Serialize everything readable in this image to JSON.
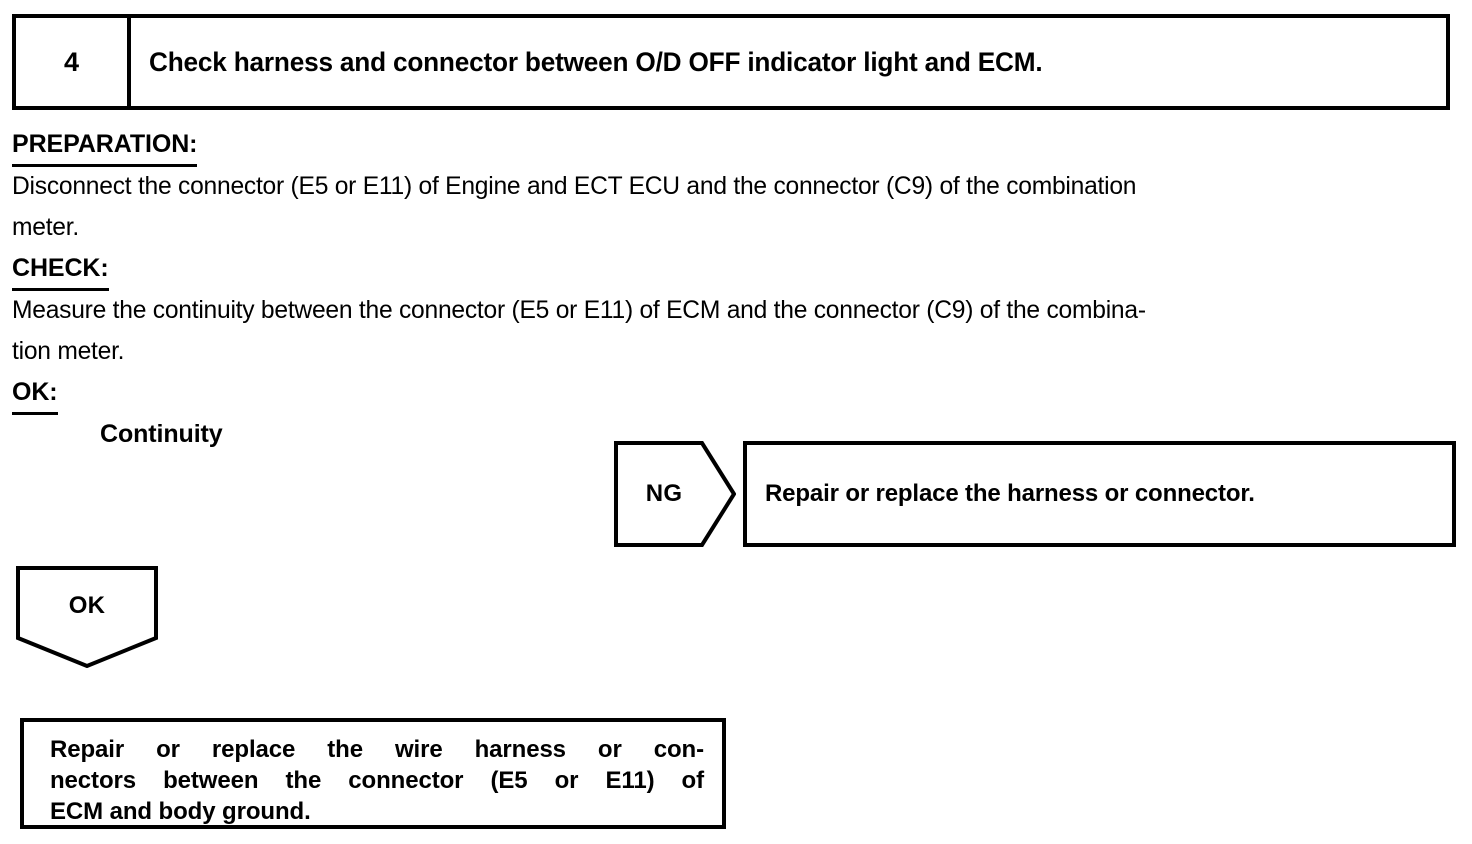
{
  "step": {
    "number": "4",
    "title": "Check harness and connector between O/D OFF indicator light and ECM."
  },
  "sections": {
    "preparation": {
      "heading": "PREPARATION:",
      "lines": [
        "Disconnect the connector (E5 or E11) of Engine and ECT ECU and the connector (C9) of the combination",
        "meter."
      ]
    },
    "check": {
      "heading": "CHECK:",
      "lines": [
        "Measure the continuity between the connector (E5 or E11) of ECM and the connector (C9) of the combina-",
        "tion meter."
      ]
    },
    "ok": {
      "heading": "OK:",
      "value": "Continuity"
    }
  },
  "flow": {
    "ng_branch": {
      "label": "NG",
      "result": "Repair or replace the harness or connector."
    },
    "ok_branch": {
      "label": "OK",
      "result_lines": [
        "Repair or replace the wire harness or con-",
        "nectors between the connector (E5 or E11) of",
        "ECM and body ground."
      ]
    }
  },
  "colors": {
    "ink": "#000000",
    "paper": "#ffffff"
  }
}
